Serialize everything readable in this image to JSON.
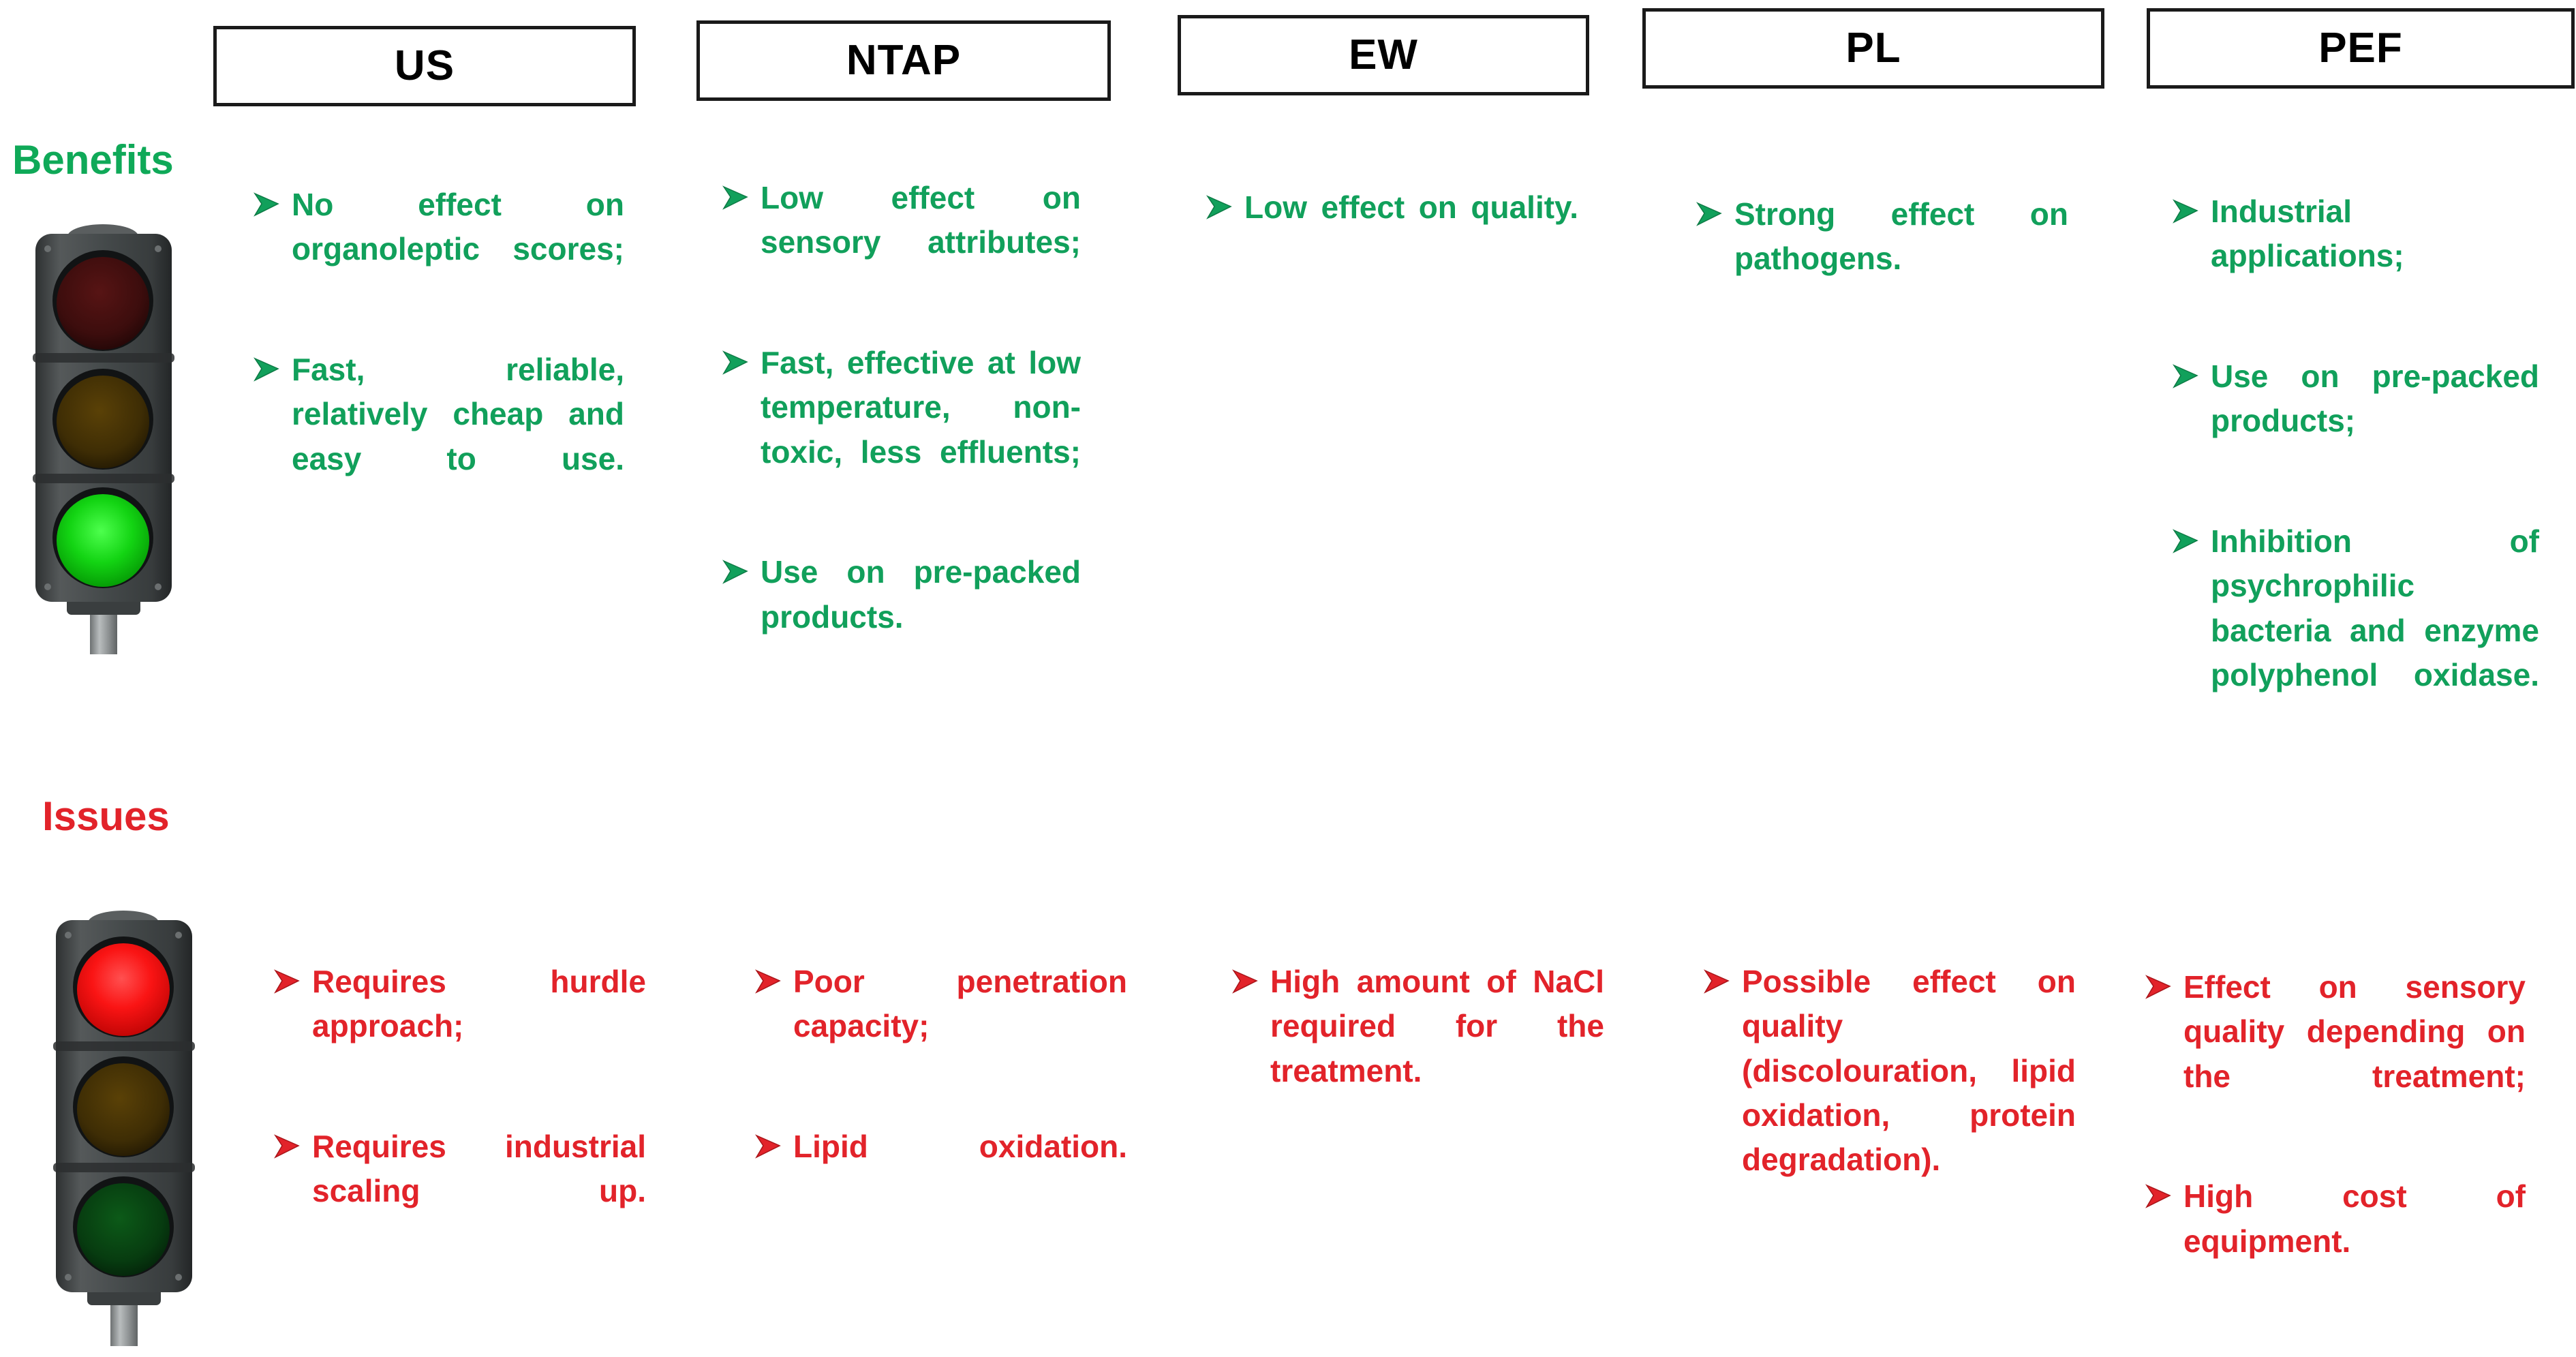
{
  "columns": [
    {
      "id": "us",
      "label": "US"
    },
    {
      "id": "ntap",
      "label": "NTAP"
    },
    {
      "id": "ew",
      "label": "EW"
    },
    {
      "id": "pl",
      "label": "PL"
    },
    {
      "id": "pef",
      "label": "PEF"
    }
  ],
  "rows": {
    "benefits": {
      "label": "Benefits",
      "color": "#0fa958",
      "traffic_light": {
        "lit": "green",
        "icon": "traffic-light-icon"
      },
      "cells": {
        "us": [
          "No effect on organoleptic scores;",
          "Fast, reliable, relatively cheap and easy to use."
        ],
        "ntap": [
          "Low effect on sensory attributes;",
          "Fast, effective at low temperature, non-toxic, less effluents;",
          "Use on pre-packed products."
        ],
        "ew": [
          "Low effect on quality."
        ],
        "pl": [
          "Strong effect on pathogens."
        ],
        "pef": [
          "Industrial applications;",
          "Use on pre-packed products;",
          "Inhibition of psychrophilic bacteria and enzyme polyphenol oxidase."
        ]
      }
    },
    "issues": {
      "label": "Issues",
      "color": "#e2232a",
      "traffic_light": {
        "lit": "red",
        "icon": "traffic-light-icon"
      },
      "cells": {
        "us": [
          "Requires hurdle approach;",
          "Requires industrial scaling up."
        ],
        "ntap": [
          "Poor penetration capacity;",
          "Lipid oxidation."
        ],
        "ew": [
          "High amount of NaCl required for the treatment."
        ],
        "pl": [
          "Possible effect on quality (discolouration, lipid oxidation, protein degradation)."
        ],
        "pef": [
          "Effect on sensory quality depending on the treatment;",
          "High cost of equipment."
        ]
      }
    }
  },
  "icons": {
    "bullet": "arrow-bullet-icon"
  }
}
